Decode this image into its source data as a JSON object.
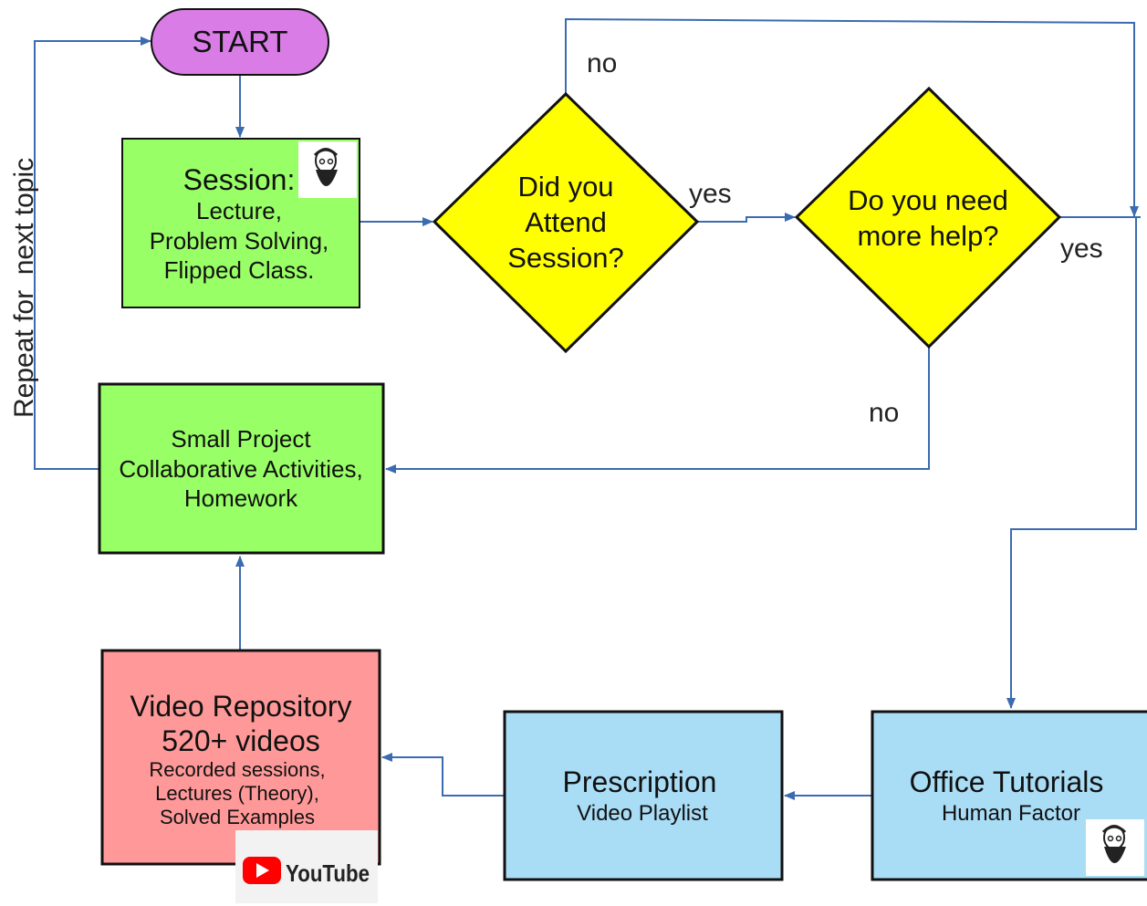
{
  "colors": {
    "arrow": "#3b6bb0",
    "start_fill": "#d97ce6",
    "green_fill": "#99ff66",
    "diamond_fill": "#ffff00",
    "red_fill": "#ff9999",
    "blue_fill": "#a9dcf5",
    "youtube_red": "#ff0000"
  },
  "start": {
    "label": "START"
  },
  "session": {
    "title": "Session:",
    "line1": "Lecture,",
    "line2": "Problem Solving,",
    "line3": "Flipped Class."
  },
  "attend_decision": {
    "line1": "Did you",
    "line2": "Attend",
    "line3": "Session?"
  },
  "help_decision": {
    "line1": "Do you need",
    "line2": "more help?"
  },
  "project": {
    "line1": "Small Project",
    "line2": "Collaborative Activities,",
    "line3": "Homework"
  },
  "video_repo": {
    "title": "Video Repository",
    "count": "520+ videos",
    "line1": "Recorded sessions,",
    "line2": "Lectures (Theory),",
    "line3": "Solved Examples"
  },
  "youtube_logo": {
    "text": "YouTube"
  },
  "prescription": {
    "title": "Prescription",
    "subtitle": "Video Playlist"
  },
  "tutorials": {
    "title": "Office Tutorials",
    "subtitle": "Human Factor"
  },
  "edge_labels": {
    "attend_no": "no",
    "attend_yes": "yes",
    "help_yes": "yes",
    "help_no": "no",
    "repeat": "Repeat for  next topic"
  }
}
